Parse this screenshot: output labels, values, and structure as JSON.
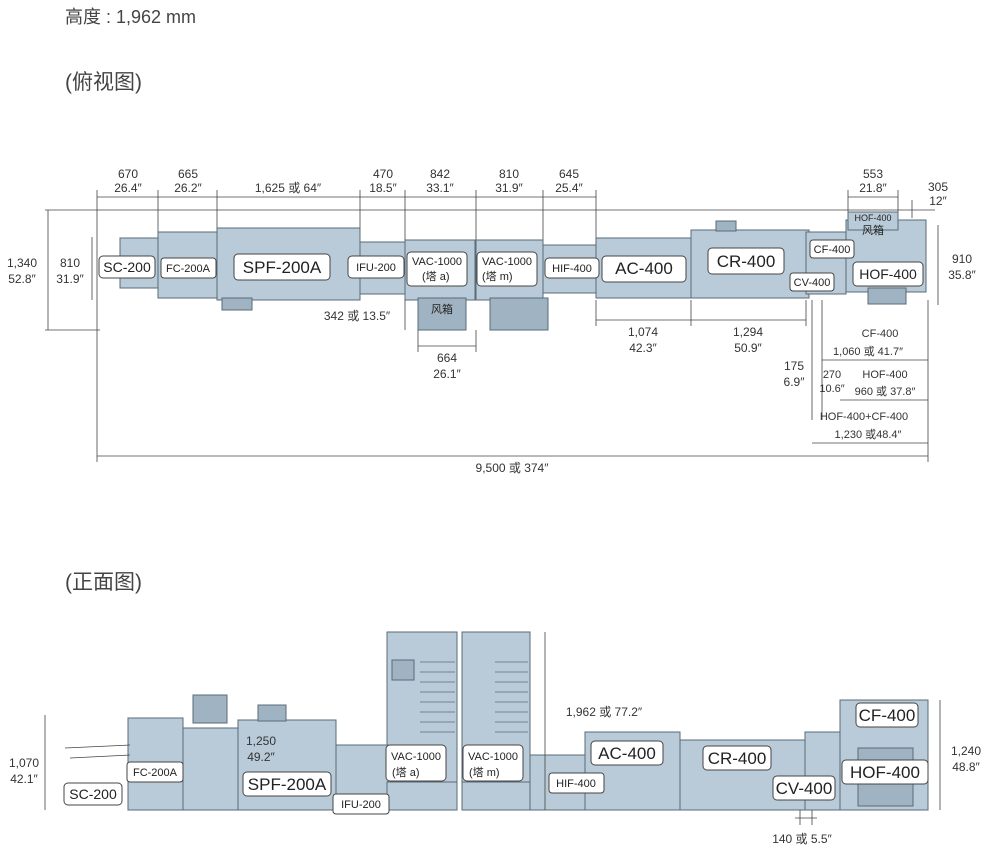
{
  "header": {
    "height_spec": "高度 : 1,962 mm"
  },
  "sections": {
    "top_view": "(俯视图)",
    "front_view": "(正面图)"
  },
  "top": {
    "dims_top": [
      {
        "mm": "670",
        "in": "26.4″"
      },
      {
        "mm": "665",
        "in": "26.2″"
      },
      {
        "text": "1,625 或 64″"
      },
      {
        "mm": "470",
        "in": "18.5″"
      },
      {
        "mm": "842",
        "in": "33.1″"
      },
      {
        "mm": "810",
        "in": "31.9″"
      },
      {
        "mm": "645",
        "in": "25.4″"
      },
      {
        "mm": "553",
        "in": "21.8″"
      },
      {
        "mm": "305",
        "in": "12″"
      }
    ],
    "left_dims": [
      {
        "mm": "1,340",
        "in": "52.8″"
      },
      {
        "mm": "810",
        "in": "31.9″"
      }
    ],
    "right_dim": {
      "mm": "910",
      "in": "35.8″"
    },
    "labels": {
      "sc200": "SC-200",
      "fc200a": "FC-200A",
      "spf200a": "SPF-200A",
      "ifu200": "IFU-200",
      "vac_a": "VAC-1000",
      "vac_a2": "(塔 a)",
      "vac_m": "VAC-1000",
      "vac_m2": "(塔 m)",
      "hif400": "HIF-400",
      "ac400": "AC-400",
      "cr400": "CR-400",
      "cf400": "CF-400",
      "cv400": "CV-400",
      "hof400": "HOF-400",
      "hof400_small": "HOF-400",
      "fengxiang1": "风箱",
      "fengxiang2": "风箱"
    },
    "dims_bottom": {
      "ifu_offset": "342 或 13.5″",
      "vac_depth": {
        "mm": "664",
        "in": "26.1″"
      },
      "ac": {
        "mm": "1,074",
        "in": "42.3″"
      },
      "cr": {
        "mm": "1,294",
        "in": "50.9″"
      },
      "cv": {
        "mm": "175",
        "in": "6.9″"
      },
      "cf_title": "CF-400",
      "cf_val": "1,060 或 41.7″",
      "hof_title": "HOF-400",
      "hof_270": "270",
      "hof_106": "10.6″",
      "hof_val": "960 或 37.8″",
      "combo_title": "HOF-400+CF-400",
      "combo_val": "1,230 或48.4″",
      "total": "9,500 或 374″"
    }
  },
  "front": {
    "labels": {
      "sc200": "SC-200",
      "fc200a": "FC-200A",
      "spf200a": "SPF-200A",
      "ifu200": "IFU-200",
      "vac_a": "VAC-1000",
      "vac_a2": "(塔 a)",
      "vac_m": "VAC-1000",
      "vac_m2": "(塔 m)",
      "hif400": "HIF-400",
      "ac400": "AC-400",
      "cr400": "CR-400",
      "cv400": "CV-400",
      "cf400": "CF-400",
      "hof400": "HOF-400"
    },
    "dims": {
      "left": {
        "mm": "1,070",
        "in": "42.1″"
      },
      "spf": {
        "mm": "1,250",
        "in": "49.2″"
      },
      "tower": "1,962 或 77.2″",
      "right": {
        "mm": "1,240",
        "in": "48.8″"
      },
      "cv_gap": "140 或 5.5″"
    }
  }
}
